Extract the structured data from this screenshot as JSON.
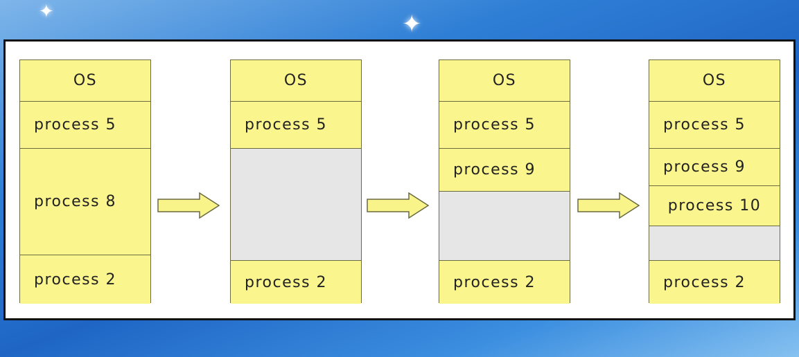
{
  "diagram": {
    "columns": [
      {
        "blocks": [
          {
            "label": "OS",
            "type": "filled"
          },
          {
            "label": "process 5",
            "type": "filled"
          },
          {
            "label": "process 8",
            "type": "filled"
          },
          {
            "label": "process 2",
            "type": "filled"
          }
        ]
      },
      {
        "blocks": [
          {
            "label": "OS",
            "type": "filled"
          },
          {
            "label": "process 5",
            "type": "filled"
          },
          {
            "label": "",
            "type": "empty"
          },
          {
            "label": "process 2",
            "type": "filled"
          }
        ]
      },
      {
        "blocks": [
          {
            "label": "OS",
            "type": "filled"
          },
          {
            "label": "process 5",
            "type": "filled"
          },
          {
            "label": "process 9",
            "type": "filled"
          },
          {
            "label": "",
            "type": "empty"
          },
          {
            "label": "process 2",
            "type": "filled"
          }
        ]
      },
      {
        "blocks": [
          {
            "label": "OS",
            "type": "filled"
          },
          {
            "label": "process 5",
            "type": "filled"
          },
          {
            "label": "process 9",
            "type": "filled"
          },
          {
            "label": "process 10",
            "type": "filled"
          },
          {
            "label": "",
            "type": "empty"
          },
          {
            "label": "process 2",
            "type": "filled"
          }
        ]
      }
    ],
    "colors": {
      "block_fill": "#fbf58d",
      "empty_fill": "#e6e6e6",
      "arrow_fill": "#f8f48a",
      "background": "#1f66c4"
    }
  }
}
